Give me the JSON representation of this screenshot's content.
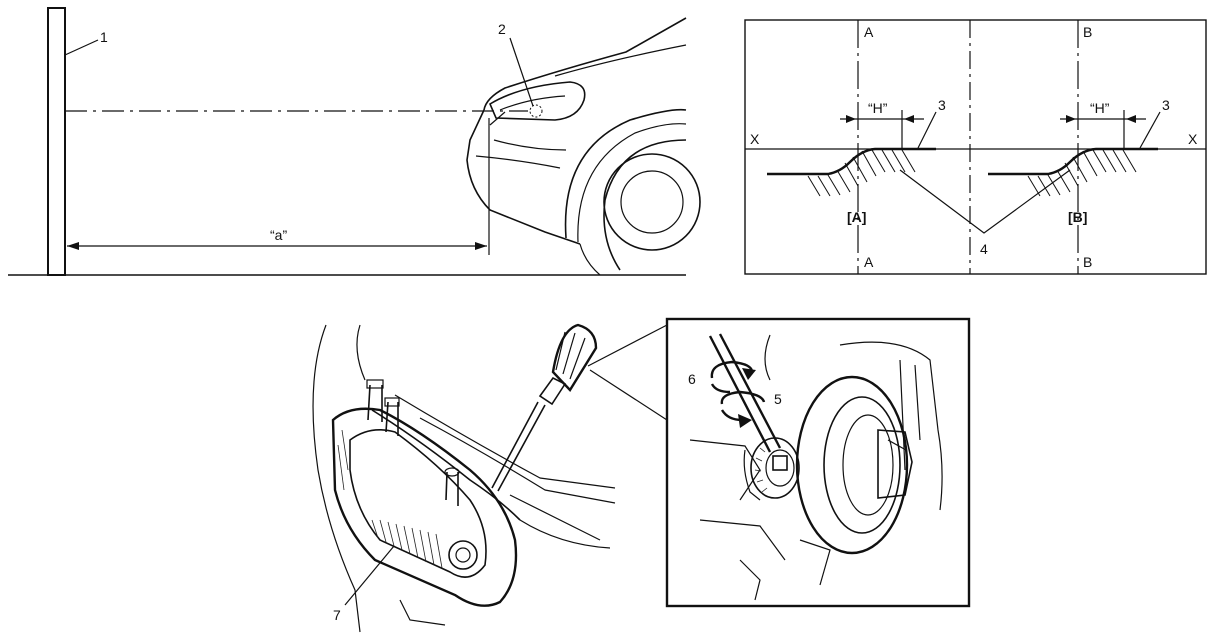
{
  "callouts": {
    "c1": "1",
    "c2": "2",
    "c3a": "3",
    "c3b": "3",
    "c4": "4",
    "c5": "5",
    "c6": "6",
    "c7": "7"
  },
  "distance_label": "“a”",
  "pattern": {
    "axis_A_top": "A",
    "axis_A_bottom": "A",
    "axis_B_top": "B",
    "axis_B_bottom": "B",
    "axis_X_left": "X",
    "axis_X_right": "X",
    "offset_left": "“H”",
    "offset_right": "“H”",
    "panel_A": "[A]",
    "panel_B": "[B]"
  }
}
